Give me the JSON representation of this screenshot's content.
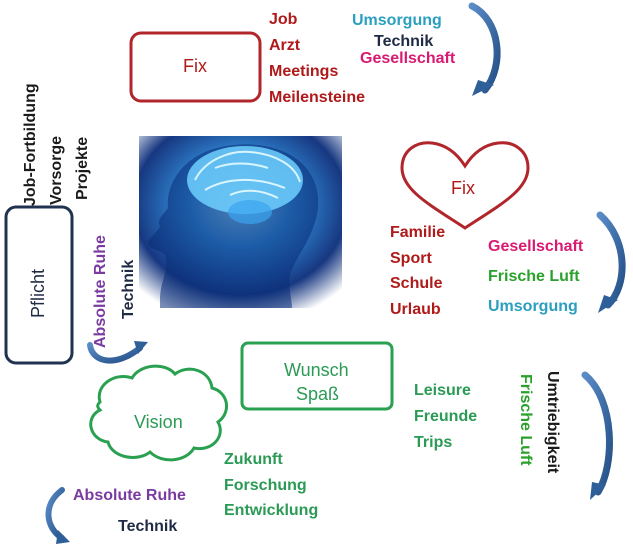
{
  "fix_box": {
    "label": "Fix",
    "items": [
      "Job",
      "Arzt",
      "Meetings",
      "Meilensteine"
    ],
    "side": [
      "Umsorgung",
      "Technik",
      "Gesellschaft"
    ]
  },
  "heart": {
    "label": "Fix",
    "items": [
      "Familie",
      "Sport",
      "Schule",
      "Urlaub"
    ],
    "side": [
      "Gesellschaft",
      "Frische Luft",
      "Umsorgung"
    ]
  },
  "pflicht_box": {
    "label": "Pflicht",
    "left_items": [
      "Job-Fortbildung",
      "Vorsorge",
      "Projekte"
    ],
    "side": [
      "Absolute Ruhe",
      "Technik"
    ]
  },
  "wunsch_box": {
    "label_line1": "Wunsch",
    "label_line2": "Spaß",
    "items": [
      "Leisure",
      "Freunde",
      "Trips"
    ],
    "side": [
      "Umtriebigkeit",
      "Frische Luft"
    ]
  },
  "vision_cloud": {
    "label": "Vision",
    "items": [
      "Zukunft",
      "Forschung",
      "Entwicklung"
    ],
    "side": [
      "Absolute Ruhe",
      "Technik"
    ]
  },
  "colors": {
    "box_red": "#b0262b",
    "box_navy": "#1f3350",
    "box_green": "#2aa150",
    "arrow_blue": "#3a6ea5"
  }
}
